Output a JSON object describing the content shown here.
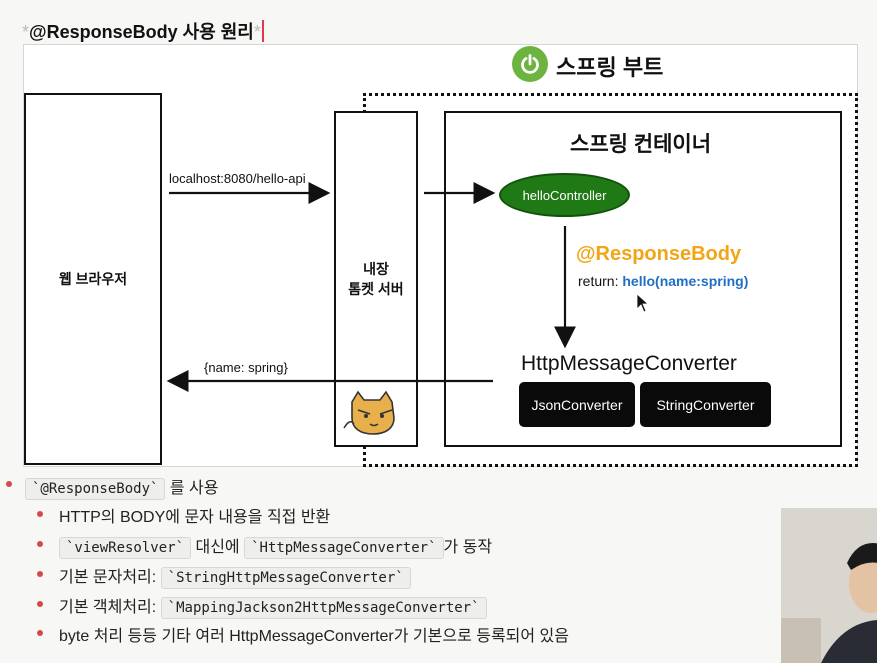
{
  "title": {
    "text": "@ResponseBody 사용 원리",
    "marker": "*"
  },
  "diagram": {
    "spring_boot_label": "스프링 부트",
    "browser_label": "웹 브라우저",
    "tomcat_label_line1": "내장",
    "tomcat_label_line2": "톰켓 서버",
    "container_title": "스프링 컨테이너",
    "request_url": "localhost:8080/hello-api",
    "controller": "helloController",
    "annotation": "@ResponseBody",
    "return_prefix": "return:",
    "return_value": "hello(name:spring)",
    "converter_title": "HttpMessageConverter",
    "converters": [
      "JsonConverter",
      "StringConverter"
    ],
    "response_body": "{name: spring}",
    "colors": {
      "spring_green": "#6db33f",
      "controller_green": "#1f7a16",
      "annotation_orange": "#f2a515",
      "return_blue": "#1f6fc6",
      "bullet_red": "#d24a4a"
    }
  },
  "bullets": {
    "main_code": "`@ResponseBody`",
    "main_suffix": "를 사용",
    "items": [
      {
        "text": "HTTP의 BODY에 문자 내용을 직접 반환"
      },
      {
        "code1": "`viewResolver`",
        "mid": "대신에",
        "code2": "`HttpMessageConverter`",
        "suffix": "가 동작"
      },
      {
        "prefix": "기본 문자처리:",
        "code": "`StringHttpMessageConverter`"
      },
      {
        "prefix": "기본 객체처리:",
        "code": "`MappingJackson2HttpMessageConverter`"
      },
      {
        "text": "byte 처리 등등 기타 여러 HttpMessageConverter가 기본으로 등록되어 있음"
      }
    ]
  }
}
